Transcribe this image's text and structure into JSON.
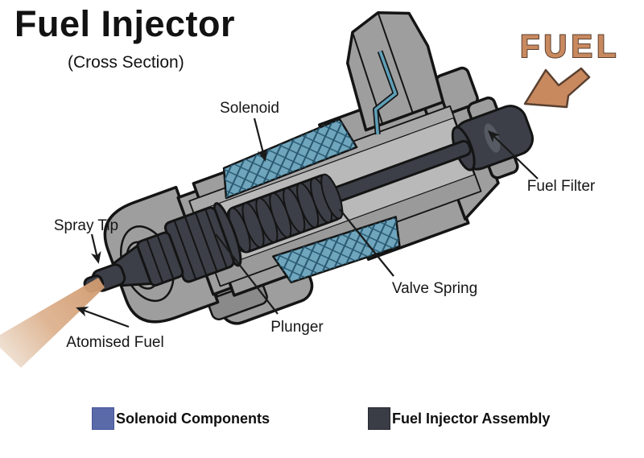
{
  "header": {
    "title": "Fuel Injector",
    "subtitle": "(Cross Section)"
  },
  "diagram": {
    "fuel_flow_label": "FUEL",
    "part_labels": {
      "solenoid": "Solenoid",
      "fuel_filter": "Fuel Filter",
      "spray_tip": "Spray Tip",
      "valve_spring": "Valve Spring",
      "plunger": "Plunger",
      "atomised_fuel": "Atomised Fuel"
    }
  },
  "legend": {
    "items": [
      {
        "label": "Solenoid Components",
        "color": "#5a69a7"
      },
      {
        "label": "Fuel Injector Assembly",
        "color": "#3a3d46"
      }
    ]
  },
  "colors": {
    "body_gray": "#9e9e9e",
    "interior_gray": "#b9b9b9",
    "outline_black": "#141414",
    "solenoid_blue": "#6fa6bd",
    "assembly_dark": "#3c3f47",
    "fuel_tan": "#c9895f",
    "spray_tan": "#d9a47a",
    "label_text": "#161616"
  }
}
